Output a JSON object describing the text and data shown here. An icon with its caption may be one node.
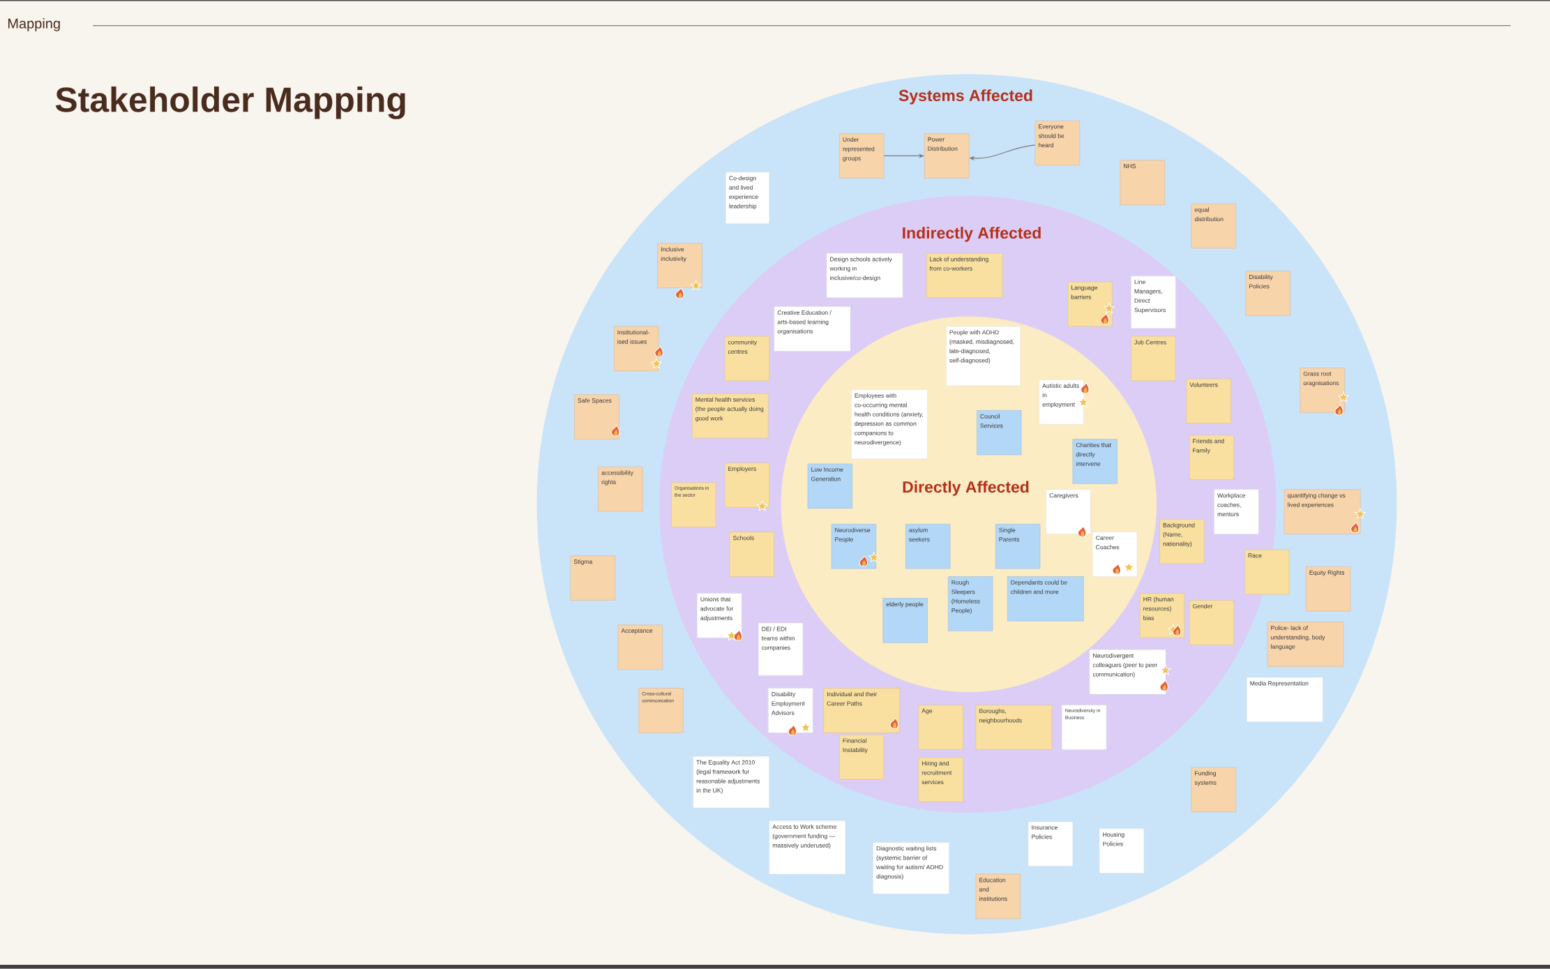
{
  "diagram": {
    "title": "Stakeholder Mapping",
    "nodes": [
      {
        "text": [
          "Systems Affected"
        ]
      },
      {
        "text": [
          "Indirectly Affected"
        ],
        "in": 0
      },
      {
        "text": [
          "Directly Affected"
        ],
        "in": 1
      },
      {
        "text": [
          "Under represented groups"
        ],
        "in": 0
      },
      {
        "text": [
          "Power Distribution"
        ],
        "in": 0
      },
      {
        "text": [
          "Everyone should be heard"
        ],
        "in": 0
      },
      {
        "text": [
          "NHS"
        ],
        "in": 0
      },
      {
        "text": [
          "Co-design and lived experience leadership"
        ],
        "in": 0
      },
      {
        "text": [
          "equal distribution"
        ],
        "in": 0
      },
      {
        "text": [
          "Inclusive inclusivity"
        ],
        "in": 0
      },
      {
        "text": [
          "Disability Policies"
        ],
        "in": 0
      },
      {
        "text": [
          "Institutional-ised issues"
        ],
        "in": 0
      },
      {
        "text": [
          "Grass root oragnisations"
        ],
        "in": 0
      },
      {
        "text": [
          "Safe Spaces"
        ],
        "in": 0
      },
      {
        "text": [
          "accessibility rights"
        ],
        "in": 0
      },
      {
        "text": [
          "quantifying change vs lived experiences"
        ],
        "in": 0
      },
      {
        "text": [
          "Stigma"
        ],
        "in": 0
      },
      {
        "text": [
          "Race"
        ],
        "in": 0
      },
      {
        "text": [
          "Equity Rights"
        ],
        "in": 0
      },
      {
        "text": [
          "Acceptance"
        ],
        "in": 0
      },
      {
        "text": [
          "Police- lack of understanding, body language"
        ],
        "in": 0
      },
      {
        "text": [
          "Media Representation"
        ],
        "in": 0
      },
      {
        "text": [
          "Cross-cultural communication"
        ],
        "in": 0
      },
      {
        "text": [
          "The Equality Act 2010 (legal framework for reasonable adjustments in the UK)"
        ],
        "in": 0
      },
      {
        "text": [
          "Funding systems"
        ],
        "in": 0
      },
      {
        "text": [
          "Access to Work scheme (government funding — massively underused)"
        ],
        "in": 0
      },
      {
        "text": [
          "Insurance Policies"
        ],
        "in": 0
      },
      {
        "text": [
          "Housing Policies"
        ],
        "in": 0
      },
      {
        "text": [
          "Diagnostic waiting lists (systemic barrier of waiting for autism/ ADHD diagnosis)"
        ],
        "in": 0
      },
      {
        "text": [
          "Education and institutions"
        ],
        "in": 0
      },
      {
        "text": [
          "Design schools actively working in inclusive/co-design"
        ],
        "in": 1
      },
      {
        "text": [
          "Lack of understanding from co-workers"
        ],
        "in": 1
      },
      {
        "text": [
          "Language barriers"
        ],
        "in": 1
      },
      {
        "text": [
          "Line Managers, Direct Supervisors"
        ],
        "in": 1
      },
      {
        "text": [
          "Creative Education / arts-based learning organisations"
        ],
        "in": 1
      },
      {
        "text": [
          "community centres"
        ],
        "in": 1
      },
      {
        "text": [
          "Job Centres"
        ],
        "in": 1
      },
      {
        "text": [
          "Volunteers"
        ],
        "in": 1
      },
      {
        "text": [
          "Mental health services (the people actually doing good work"
        ],
        "in": 1
      },
      {
        "text": [
          "Friends and Family"
        ],
        "in": 1
      },
      {
        "text": [
          "Employers"
        ],
        "in": 1
      },
      {
        "text": [
          "Organisations in the sector"
        ],
        "in": 1
      },
      {
        "text": [
          "Workplace coaches, mentors"
        ],
        "in": 1
      },
      {
        "text": [
          "Background (Name, nationality)"
        ],
        "in": 1
      },
      {
        "text": [
          "Schools"
        ],
        "in": 1
      },
      {
        "text": [
          "Unions that advocate for adjustments"
        ],
        "in": 1
      },
      {
        "text": [
          "HR (human resources) bias"
        ],
        "in": 1
      },
      {
        "text": [
          "Gender"
        ],
        "in": 1
      },
      {
        "text": [
          "DEI / EDI teams within companies"
        ],
        "in": 1
      },
      {
        "text": [
          "Neurodivergent colleagues (peer to peer communication)"
        ],
        "in": 1
      },
      {
        "text": [
          "Disability Employment Advisors"
        ],
        "in": 1
      },
      {
        "text": [
          "Individual and their Career Paths"
        ],
        "in": 1
      },
      {
        "text": [
          "Age"
        ],
        "in": 1
      },
      {
        "text": [
          "Boroughs, neighbourhoods"
        ],
        "in": 1
      },
      {
        "text": [
          "Neurodiversity in Business"
        ],
        "in": 1
      },
      {
        "text": [
          "Financial Instability"
        ],
        "in": 1
      },
      {
        "text": [
          "Hiring and recruitment services"
        ],
        "in": 1
      },
      {
        "text": [
          "People with ADHD (masked, misdiagnosed, late-diagnosed, self-diagnosed)"
        ],
        "in": 2
      },
      {
        "text": [
          "Employees with co-occurring mental health conditions (anxiety, depression as common companions to neurodivergence)"
        ],
        "in": 2
      },
      {
        "text": [
          "Autistic adults in employment"
        ],
        "in": 2
      },
      {
        "text": [
          "Council Services"
        ],
        "in": 2
      },
      {
        "text": [
          "Charities that directly intervene"
        ],
        "in": 2
      },
      {
        "text": [
          "Low Income Generation"
        ],
        "in": 2
      },
      {
        "text": [
          "Caregivers"
        ],
        "in": 2
      },
      {
        "text": [
          "Neurodiverse People"
        ],
        "in": 2
      },
      {
        "text": [
          "asylum seekers"
        ],
        "in": 2
      },
      {
        "text": [
          "Single Parents"
        ],
        "in": 2
      },
      {
        "text": [
          "Career Coaches"
        ],
        "in": 2
      },
      {
        "text": [
          "Rough Sleepers (Homeless People)"
        ],
        "in": 2
      },
      {
        "text": [
          "Dependants could be children and more"
        ],
        "in": 2
      },
      {
        "text": [
          "elderly people"
        ],
        "in": 2
      }
    ],
    "edges": [
      {
        "from": 3,
        "to": 4,
        "arrow": "to"
      },
      {
        "from": 5,
        "to": 4,
        "arrow": "to"
      }
    ],
    "labels": [
      "Mapping"
    ]
  }
}
